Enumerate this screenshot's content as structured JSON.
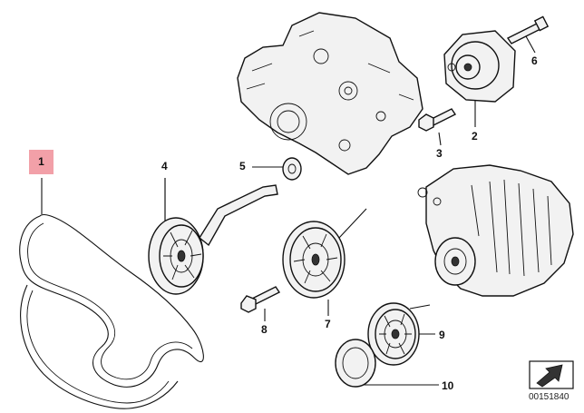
{
  "callouts": {
    "c1": "1",
    "c2": "2",
    "c3": "3",
    "c4": "4",
    "c5": "5",
    "c6": "6",
    "c7": "7",
    "c8": "8",
    "c9": "9",
    "c10": "10"
  },
  "reference_number": "00151840",
  "icons": {
    "view_arrow": "view-direction-arrow-icon"
  },
  "colors": {
    "highlight": "#f2a0a8",
    "line": "#111111",
    "background": "#ffffff"
  }
}
